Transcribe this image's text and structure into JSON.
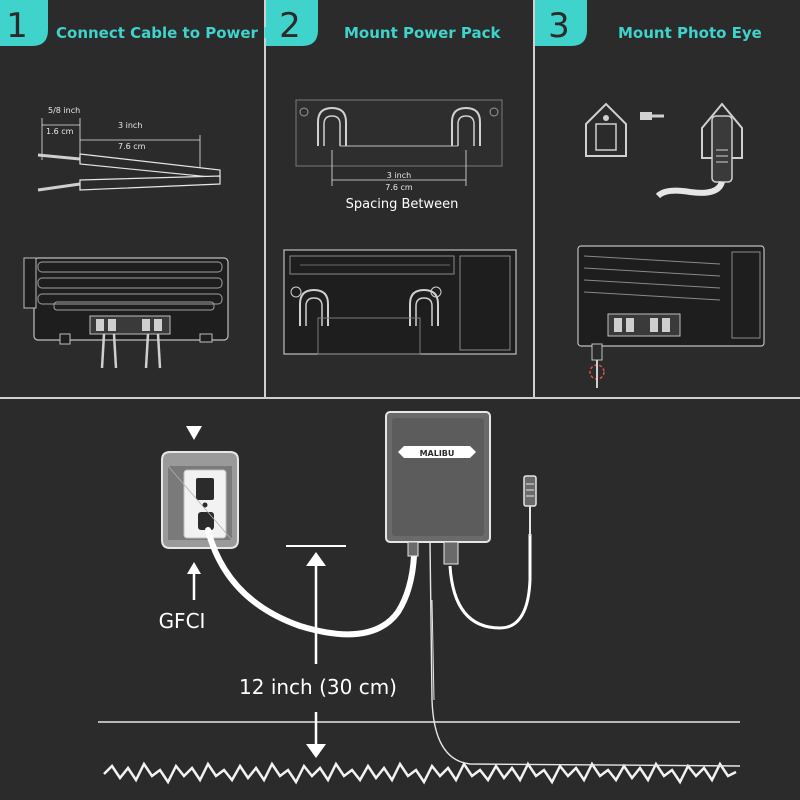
{
  "steps": [
    {
      "number": "1",
      "title": "Connect Cable to Power Pack"
    },
    {
      "number": "2",
      "title": "Mount Power Pack"
    },
    {
      "number": "3",
      "title": "Mount Photo Eye"
    }
  ],
  "step1": {
    "dim_a_inch": "5/8 inch",
    "dim_a_cm": "1.6 cm",
    "dim_b_inch": "3 inch",
    "dim_b_cm": "7.6 cm"
  },
  "step2": {
    "spacing_inch": "3 inch",
    "spacing_cm": "7.6 cm",
    "spacing_caption": "Spacing Between"
  },
  "bottom": {
    "brand": "MALIBU",
    "gfci_label": "GFCI",
    "height_label": "12 inch (30 cm)"
  },
  "colors": {
    "accent": "#3fd3cc",
    "background": "#2b2b2b"
  }
}
